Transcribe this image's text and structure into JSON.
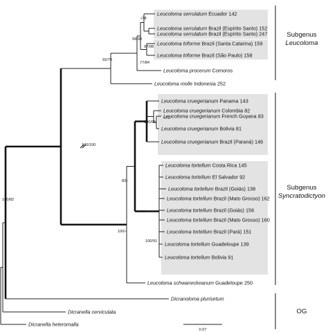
{
  "tree": {
    "taxa": [
      {
        "genus": "Leucoloma",
        "species": "serrulatum",
        "locality": "Ecuador 142"
      },
      {
        "genus": "Leucoloma",
        "species": "serrulatum",
        "locality": "Brazil (Espírito Santo) 152"
      },
      {
        "genus": "Leucoloma",
        "species": "serrulatum",
        "locality": "Brazil (Espírito Santo) 247"
      },
      {
        "genus": "Leucoloma",
        "species": "triforme",
        "locality": "Brazil (Santa Catarina) 159"
      },
      {
        "genus": "Leucoloma",
        "species": "triforme",
        "locality": "Brazil (São Paulo) 158"
      },
      {
        "genus": "Leucoloma",
        "species": "procerum",
        "locality": "Comoros"
      },
      {
        "genus": "Leucoloma",
        "species": "molle",
        "locality": "Indonesia 252"
      },
      {
        "genus": "Leucoloma",
        "species": "cruegerianum",
        "locality": "Panama 143"
      },
      {
        "genus": "Leucoloma",
        "species": "cruegerianum",
        "locality": "Colombia 82"
      },
      {
        "genus": "Leucoloma",
        "species": "cruegerianum",
        "locality": "French Guyana 83"
      },
      {
        "genus": "Leucoloma",
        "species": "cruegerianum",
        "locality": "Bolivia 81"
      },
      {
        "genus": "Leucoloma",
        "species": "cruegerianum",
        "locality": "Brazil (Paraná) 146"
      },
      {
        "genus": "Leucoloma",
        "species": "tortellum",
        "locality": "Costa Rica 145"
      },
      {
        "genus": "Leucoloma",
        "species": "tortellum",
        "locality": "El Salvador 92"
      },
      {
        "genus": "Leucoloma",
        "species": "tortellum",
        "locality": "Brazil (Goiás) 138"
      },
      {
        "genus": "Leucoloma",
        "species": "tortellum",
        "locality": "Brazil (Mato Grosso) 162"
      },
      {
        "genus": "Leucoloma",
        "species": "tortellum",
        "locality": "Brazil (Goiás) 156"
      },
      {
        "genus": "Leucoloma",
        "species": "tortellum",
        "locality": "Brazil (Mato Grosso) 160"
      },
      {
        "genus": "Leucoloma",
        "species": "tortellum",
        "locality": "Brazil (Pará) 151"
      },
      {
        "genus": "Leucoloma",
        "species": "tortellum",
        "locality": "Guadeloupe 139"
      },
      {
        "genus": "Leucoloma",
        "species": "tortellum",
        "locality": "Bolivia 91"
      },
      {
        "genus": "Leucoloma",
        "species": "schwaneckeanum",
        "locality": "Guadeloupe 250"
      },
      {
        "genus": "Dicranoloma",
        "species": "plurisetum",
        "locality": ""
      },
      {
        "genus": "Dicranella",
        "species": "cerviculata",
        "locality": ""
      },
      {
        "genus": "Dicranella",
        "species": "heteromalla",
        "locality": ""
      }
    ],
    "support_values": [
      "-/78",
      "99/98",
      "97/98",
      "77/84",
      "92/79",
      "100/100",
      "-/72",
      "100/96",
      "83/-",
      "100/91",
      "100/-",
      "100/82"
    ],
    "scale_bar": "0.07"
  },
  "groups": {
    "leucoloma": {
      "line1": "Subgenus",
      "line2": "Leucoloma"
    },
    "syncratodictyon": {
      "line1": "Subgenus",
      "line2": "Syncratodictyon"
    },
    "outgroup": {
      "line1": "OG"
    }
  }
}
